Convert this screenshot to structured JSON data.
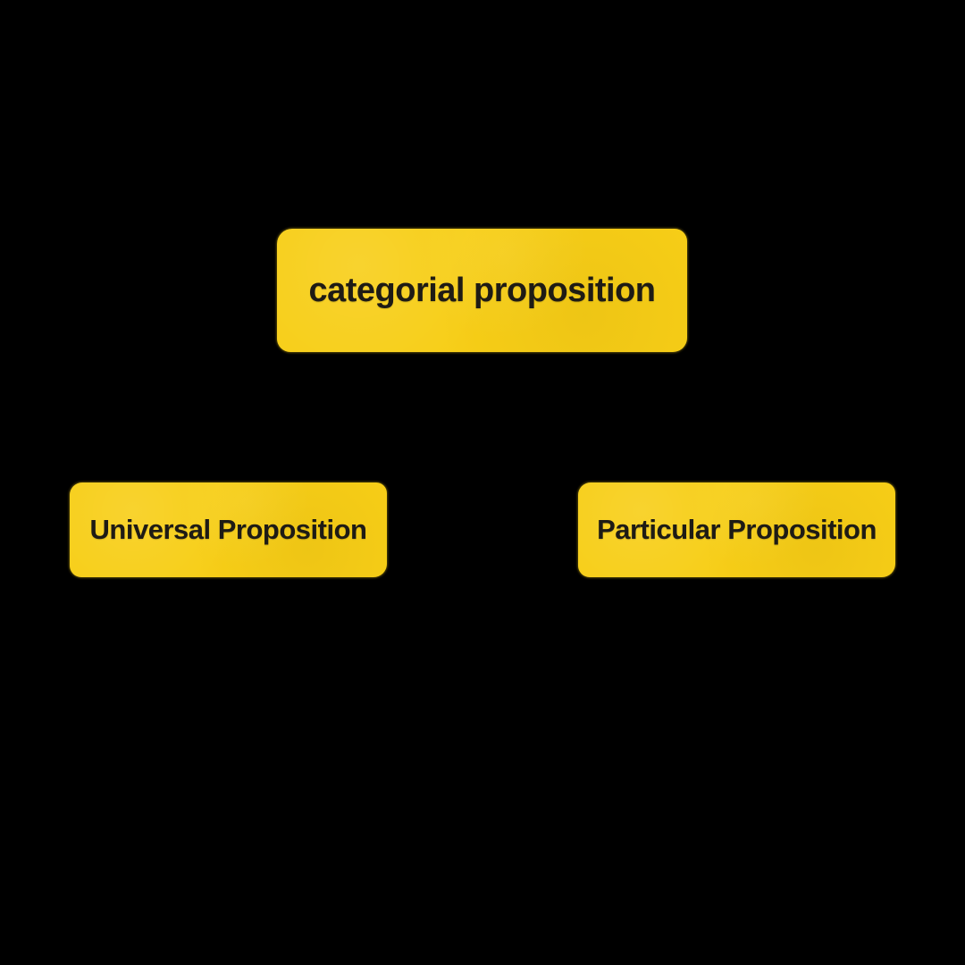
{
  "diagram": {
    "type": "hierarchy",
    "background_color": "#000000",
    "node_fill_color": "#F7CE17",
    "node_text_color": "#1E1B15",
    "root": {
      "label": "categorial proposition"
    },
    "children": [
      {
        "label": "Universal Proposition"
      },
      {
        "label": "Particular Proposition"
      }
    ]
  }
}
